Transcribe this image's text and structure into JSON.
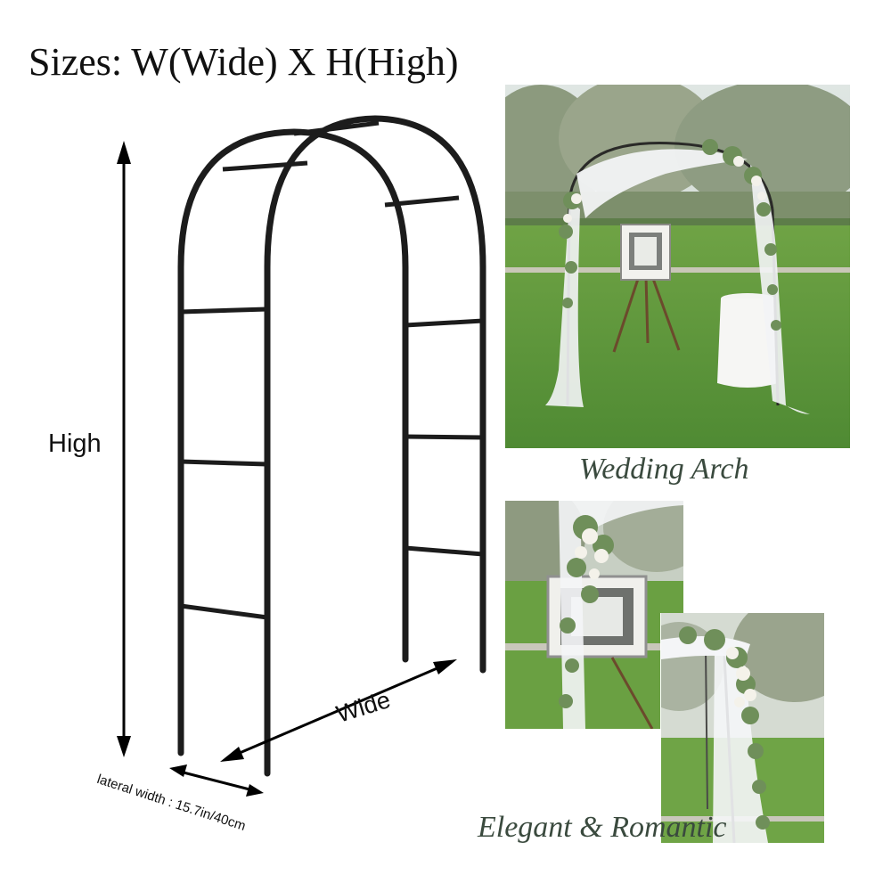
{
  "title": "Sizes: W(Wide) X H(High)",
  "dimensions": {
    "high_label": "High",
    "wide_label": "Wide",
    "lateral_label": "lateral width : 15.7in/40cm"
  },
  "photos": {
    "main_caption": "Wedding Arch",
    "secondary_caption": "Elegant & Romantic"
  },
  "colors": {
    "arch_frame": "#1c1c1c",
    "caption_text": "#3a4a3e",
    "grass": "#5f9a3e",
    "foliage": "#6f8f5a"
  }
}
